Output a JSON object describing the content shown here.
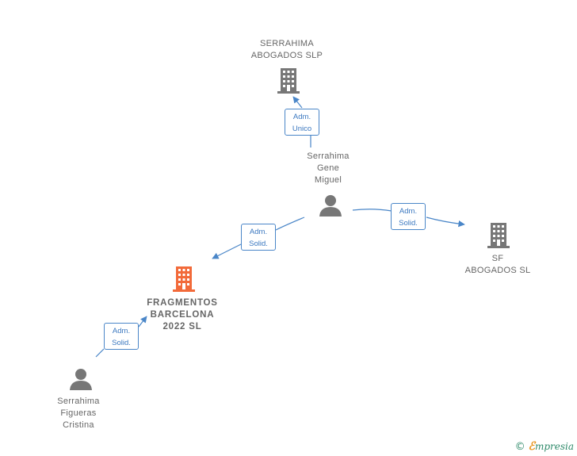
{
  "nodes": {
    "serrahima_abogados": {
      "name": "SERRAHIMA\nABOGADOS  SLP",
      "type": "company"
    },
    "serrahima_gene": {
      "name": "Serrahima\nGene\nMiguel",
      "type": "person"
    },
    "sf_abogados": {
      "name": "SF\nABOGADOS SL",
      "type": "company"
    },
    "fragmentos": {
      "name": "FRAGMENTOS\nBARCELONA\n2022  SL",
      "type": "company",
      "highlight_color": "#f26a3a"
    },
    "serrahima_figueras": {
      "name": "Serrahima\nFigueras\nCristina",
      "type": "person"
    }
  },
  "relations": {
    "r1": {
      "label": "Adm.\nUnico"
    },
    "r2": {
      "label": "Adm.\nSolid."
    },
    "r3": {
      "label": "Adm.\nSolid."
    },
    "r4": {
      "label": "Adm.\nSolid."
    }
  },
  "colors": {
    "icon_gray": "#777777",
    "link": "#4a86c8",
    "main_company": "#f26a3a"
  },
  "brand": {
    "symbol": "©",
    "initial": "ℰ",
    "name": "mpresia"
  }
}
